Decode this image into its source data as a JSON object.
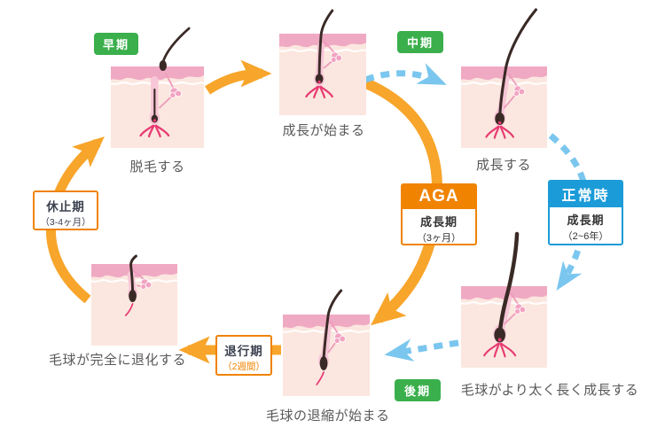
{
  "badges": {
    "early": "早期",
    "middle": "中期",
    "late": "後期"
  },
  "nodes": [
    {
      "id": "shed",
      "label": "脱毛する"
    },
    {
      "id": "growth-start",
      "label": "成長が始まる"
    },
    {
      "id": "grow",
      "label": "成長する"
    },
    {
      "id": "grow-thicker",
      "label": "毛球がより太く長く成長する"
    },
    {
      "id": "regression-start",
      "label": "毛球の退縮が始まる"
    },
    {
      "id": "fully-regressed",
      "label": "毛球が完全に退化する"
    }
  ],
  "boxes": {
    "aga": {
      "header": "AGA",
      "phase": "成長期",
      "duration": "（3ヶ月）"
    },
    "normal": {
      "header": "正常時",
      "phase": "成長期",
      "duration": "（2~6年）"
    },
    "rest": {
      "title": "休止期",
      "duration": "（3-4ヶ月）"
    },
    "regression": {
      "title": "退行期",
      "duration": "（2週間）"
    }
  },
  "colors": {
    "orange": "#F7A52B",
    "orange_deep": "#F08300",
    "green": "#3AAF4C",
    "blue": "#1B9BD8",
    "blue_light": "#7AC6EE",
    "skin": "#FBE7DF",
    "skin_band": "#F0A9C3",
    "hair": "#3A2A26",
    "pink_detail": "#E83A72",
    "pink_soft": "#F7C6D7",
    "gland": "#F2A3C2",
    "funnel": "#EE9BBB",
    "text": "#595959",
    "text_dark": "#333333",
    "rest_text": "#3C4150"
  }
}
